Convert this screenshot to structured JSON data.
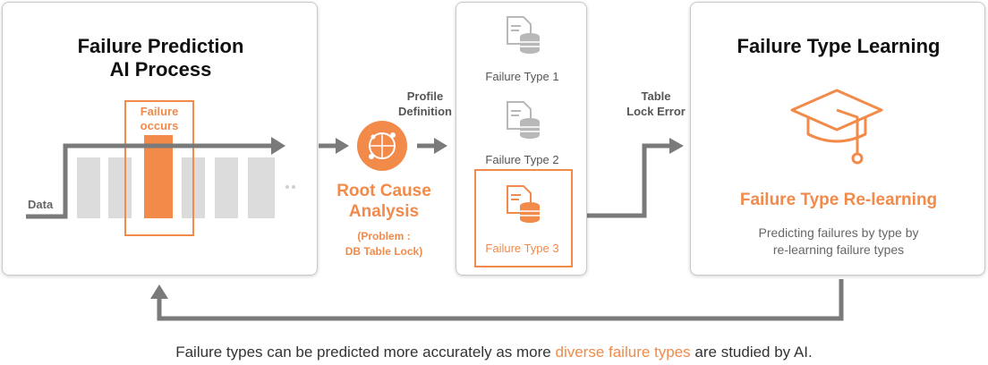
{
  "prediction": {
    "title": "Failure Prediction\nAI Process",
    "data_label": "Data",
    "failure_label": "Failure\noccurs"
  },
  "rca": {
    "profile_label": "Profile\nDefinition",
    "title": "Root Cause\nAnalysis",
    "subtitle": "(Problem :\nDB Table Lock)"
  },
  "types": {
    "items": [
      {
        "label": "Failure Type 1"
      },
      {
        "label": "Failure Type 2"
      },
      {
        "label": "Failure Type 3"
      }
    ]
  },
  "connector": {
    "label": "Table\nLock Error"
  },
  "learning": {
    "title": "Failure Type Learning",
    "subtitle": "Failure Type Re-learning",
    "description": "Predicting failures by type by\nre-learning failure types"
  },
  "footer": {
    "text_before": "Failure types can be predicted more accurately as more ",
    "highlight": "diverse failure types",
    "text_after": " are studied by AI."
  },
  "colors": {
    "accent": "#f28a4a",
    "arrow": "#7a7a7a",
    "bar": "#dcdcdc"
  }
}
